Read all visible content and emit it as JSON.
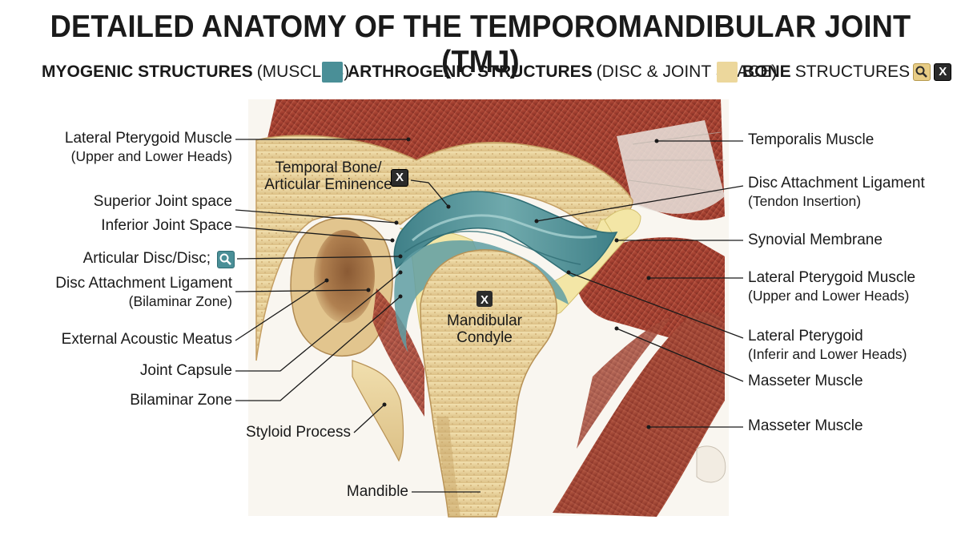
{
  "title": "DETAILED ANATOMY OF THE TEMPOROMANDIBULAR JOINT (TMJ)",
  "legend": {
    "myogenic": {
      "bold": "MYOGENIC STRUCTURES",
      "rest": "(MUSCLES)"
    },
    "arthrogenic": {
      "bold": "ARTHROGENIC STRUCTURES",
      "rest": "(DISC & JOINT SPACE)",
      "color": "#4a8f97"
    },
    "bone": {
      "bold": "BONE",
      "rest": "STRUCTURES",
      "color": "#ecd79c"
    }
  },
  "icons": {
    "search": "magnifier-icon",
    "close": "x-box-icon",
    "close_glyph": "X"
  },
  "labels_left": {
    "lateral_pterygoid_1": {
      "line1": "Lateral Pterygoid Muscle",
      "line2": "(Upper and Lower Heads)"
    },
    "superior_joint_space": "Superior Joint space",
    "inferior_joint_space": "Inferior Joint Space",
    "articular_disc": "Articular Disc/Disc;",
    "disc_attachment_left": {
      "line1": "Disc Attachment Ligament",
      "line2": "(Bilaminar Zone)"
    },
    "external_acoustic_meatus": "External Acoustic Meatus",
    "joint_capsule": "Joint Capsule",
    "bilaminar_zone": "Bilaminar Zone",
    "styloid_process": "Styloid Process",
    "mandible": "Mandible"
  },
  "labels_center": {
    "temporal_bone": {
      "line1": "Temporal Bone/",
      "line2": "Articular Eminence"
    },
    "mandibular_condyle": {
      "line1": "Mandibular",
      "line2": "Condyle"
    }
  },
  "labels_right": {
    "temporalis": "Temporalis Muscle",
    "disc_attachment_right": {
      "line1": "Disc Attachment Ligament",
      "line2": "(Tendon Insertion)"
    },
    "synovial_membrane": "Synovial Membrane",
    "lateral_pterygoid_2": {
      "line1": "Lateral Pterygoid Muscle",
      "line2": "(Upper and Lower Heads)"
    },
    "lateral_pterygoid_3": {
      "line1": "Lateral Pterygoid",
      "line2": "(Inferir and Lower Heads)"
    },
    "masseter_1": "Masseter Muscle",
    "masseter_2": "Masseter Muscle"
  },
  "colors": {
    "muscle": "#a84838",
    "muscle_dark": "#7d2f24",
    "bone": "#ecd79c",
    "bone_dark": "#c9a86a",
    "disc": "#4a8f97",
    "disc_light": "#8fc2c4",
    "synovial": "#f3e6a6",
    "tendon": "#e5e1dc"
  }
}
